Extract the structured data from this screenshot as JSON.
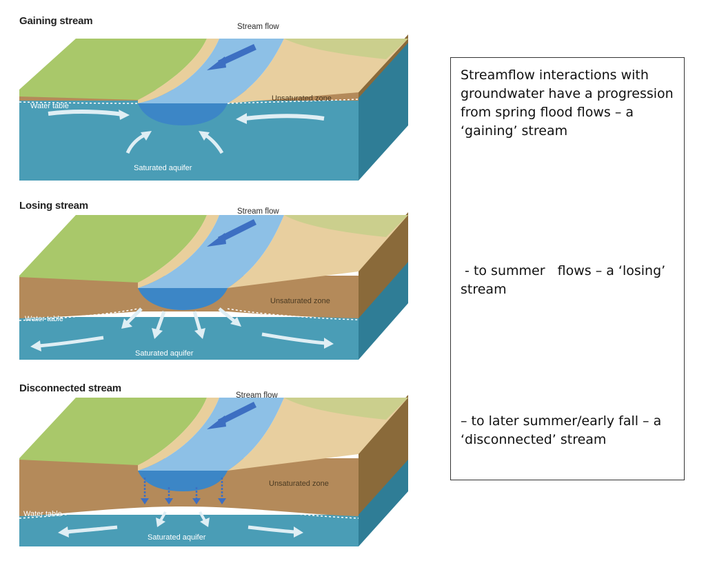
{
  "panels": [
    {
      "title": "Gaining stream",
      "stream_flow": "Stream flow",
      "water_table": "Water table",
      "unsaturated_zone": "Unsaturated zone",
      "saturated_aquifer": "Saturated aquifer"
    },
    {
      "title": "Losing stream",
      "stream_flow": "Stream flow",
      "water_table": "Water table",
      "unsaturated_zone": "Unsaturated zone",
      "saturated_aquifer": "Saturated aquifer"
    },
    {
      "title": "Disconnected stream",
      "stream_flow": "Stream flow",
      "water_table": "Water table",
      "unsaturated_zone": "Unsaturated zone",
      "saturated_aquifer": "Saturated aquifer"
    }
  ],
  "textbox": {
    "paragraphs": [
      "Streamflow interactions with groundwater have a progression from spring flood flows – a ‘gaining’ stream",
      " - to summer   flows – a ‘losing’ stream",
      "– to later summer/early fall – a ‘disconnected’ stream"
    ]
  },
  "colors": {
    "grass": "#a9c86a",
    "soil": "#b48a5a",
    "bank": "#e8cf9f",
    "water": "#8dc0e6",
    "aquifer": "#3f93ad",
    "arrow": "#3d6fc2"
  }
}
